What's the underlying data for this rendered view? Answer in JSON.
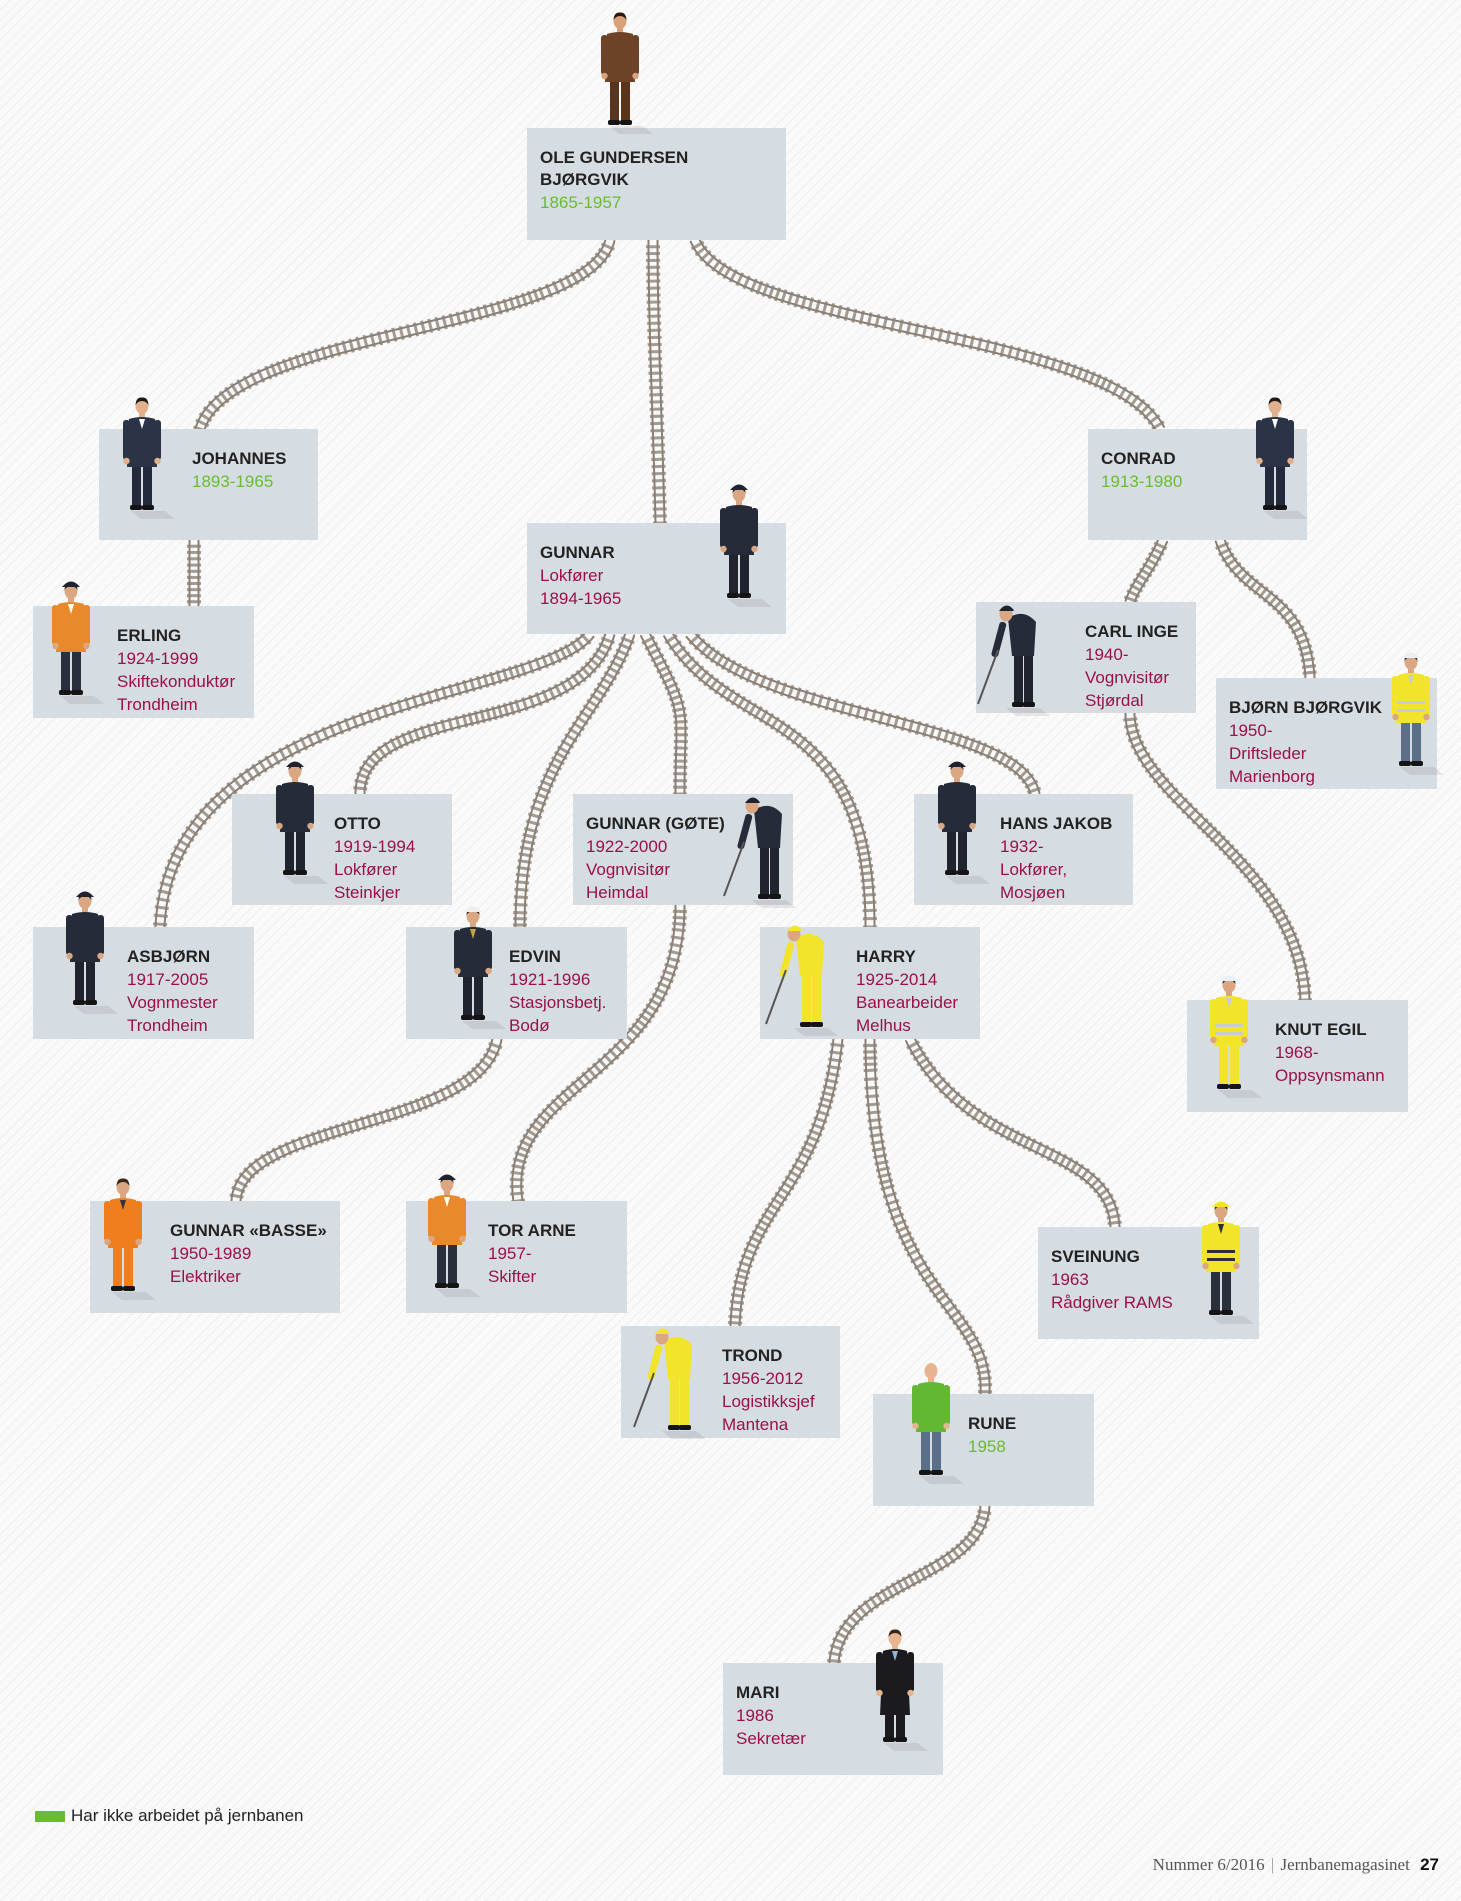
{
  "colors": {
    "card": "#d6dde2",
    "name": "#222222",
    "detail": "#9b1048",
    "non_railway": "#69bc31",
    "rail": "#8a7f75",
    "sleeper": "#a39a91"
  },
  "people": {
    "ole": {
      "name": "OLE GUNDERSEN\nBJØRGVIK",
      "lines": [
        "1865-1957"
      ],
      "non_railway": true,
      "outfit": "brown-suit"
    },
    "johannes": {
      "name": "JOHANNES",
      "lines": [
        "1893-1965"
      ],
      "non_railway": true,
      "outfit": "dark-suit"
    },
    "conrad": {
      "name": "CONRAD",
      "lines": [
        "1913-1980"
      ],
      "non_railway": true,
      "outfit": "dark-suit"
    },
    "gunnar": {
      "name": "GUNNAR",
      "lines": [
        "Lokfører",
        "1894-1965"
      ],
      "non_railway": false,
      "outfit": "uniform"
    },
    "erling": {
      "name": "ERLING",
      "lines": [
        "1924-1999",
        "Skiftekonduktør",
        "Trondheim"
      ],
      "non_railway": false,
      "outfit": "orange-vest"
    },
    "carl_inge": {
      "name": "CARL INGE",
      "lines": [
        "1940-",
        "Vognvisitør",
        "Stjørdal"
      ],
      "non_railway": false,
      "outfit": "inspector"
    },
    "bjorn": {
      "name": "BJØRN BJØRGVIK",
      "lines": [
        "1950-",
        "Driftsleder",
        "Marienborg"
      ],
      "non_railway": false,
      "outfit": "hivis-helmet"
    },
    "otto": {
      "name": "OTTO",
      "lines": [
        "1919-1994",
        "Lokfører",
        "Steinkjer"
      ],
      "non_railway": false,
      "outfit": "uniform"
    },
    "gunnar_gote": {
      "name": "GUNNAR (GØTE)",
      "lines": [
        "1922-2000",
        "Vognvisitør",
        "Heimdal"
      ],
      "non_railway": false,
      "outfit": "inspector"
    },
    "hans_jakob": {
      "name": "HANS JAKOB",
      "lines": [
        "1932-",
        "Lokfører,",
        "Mosjøen"
      ],
      "non_railway": false,
      "outfit": "uniform"
    },
    "asbjorn": {
      "name": "ASBJØRN",
      "lines": [
        "1917-2005",
        "Vognmester",
        "Trondheim"
      ],
      "non_railway": false,
      "outfit": "uniform"
    },
    "edvin": {
      "name": "EDVIN",
      "lines": [
        "1921-1996",
        "Stasjonsbetj.",
        "Bodø"
      ],
      "non_railway": false,
      "outfit": "station-uniform"
    },
    "harry": {
      "name": "HARRY",
      "lines": [
        "1925-2014",
        "Banearbeider",
        "Melhus"
      ],
      "non_railway": false,
      "outfit": "trackworker"
    },
    "knut_egil": {
      "name": "KNUT EGIL",
      "lines": [
        "1968-",
        "Oppsynsmann"
      ],
      "non_railway": false,
      "outfit": "hivis-full"
    },
    "gunnar_basse": {
      "name": "GUNNAR «BASSE»",
      "lines": [
        "1950-1989",
        "Elektriker"
      ],
      "non_railway": false,
      "outfit": "electrician"
    },
    "tor_arne": {
      "name": "TOR ARNE",
      "lines": [
        "1957-",
        "Skifter"
      ],
      "non_railway": false,
      "outfit": "orange-vest"
    },
    "sveinung": {
      "name": "SVEINUNG",
      "lines": [
        "1963",
        "Rådgiver RAMS"
      ],
      "non_railway": false,
      "outfit": "hivis-vest"
    },
    "trond": {
      "name": "TROND",
      "lines": [
        "1956-2012",
        "Logistikksjef",
        "Mantena"
      ],
      "non_railway": false,
      "outfit": "trackworker"
    },
    "rune": {
      "name": "RUNE",
      "lines": [
        "1958"
      ],
      "non_railway": true,
      "outfit": "green-sweater"
    },
    "mari": {
      "name": "MARI",
      "lines": [
        "1986",
        "Sekretær"
      ],
      "non_railway": false,
      "outfit": "black-dress"
    }
  },
  "legend": {
    "label": "Har ikke arbeidet på jernbanen"
  },
  "footer": {
    "issue": "Nummer 6/2016",
    "separator": "|",
    "magazine": "Jernbanemagasinet",
    "page": "27"
  }
}
